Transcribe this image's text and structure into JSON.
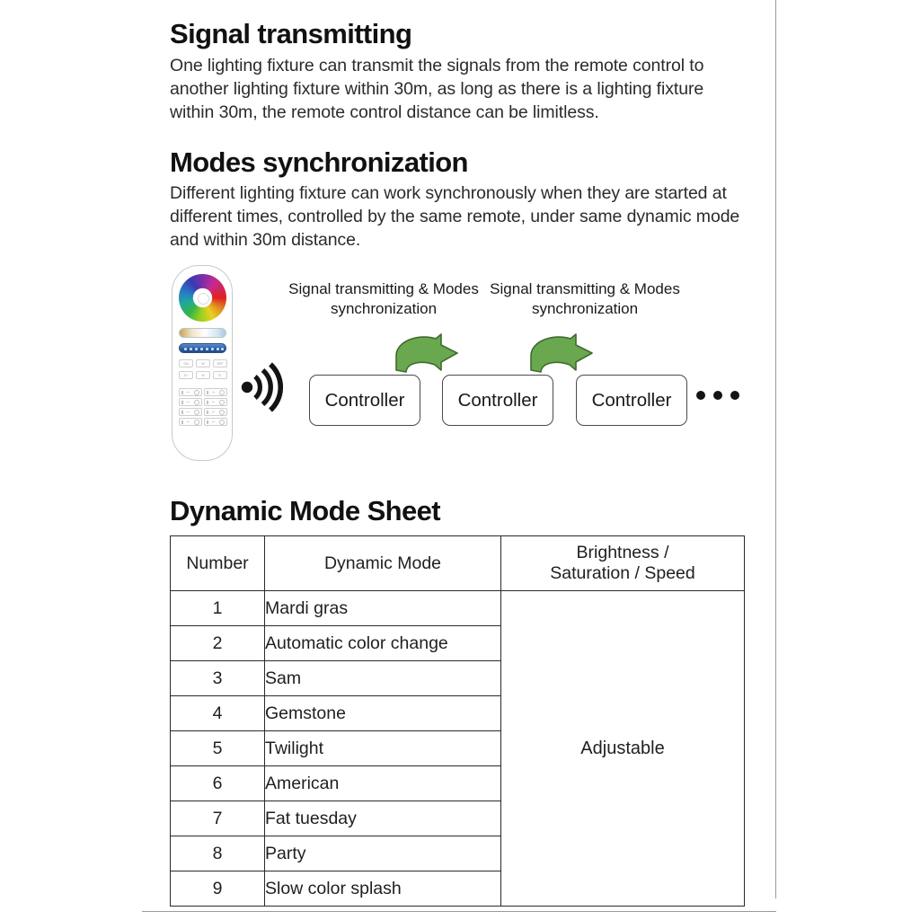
{
  "sections": [
    {
      "title": "Signal transmitting",
      "body": "One lighting fixture can transmit the signals from the remote control to another lighting fixture within 30m, as long as there is a lighting fixture within 30m, the remote control distance can be limitless."
    },
    {
      "title": "Modes synchronization",
      "body": "Different lighting fixture can work synchronously when they are started at different times, controlled by the same remote, under same dynamic mode and within 30m distance."
    }
  ],
  "diagram": {
    "arrow_label_1": "Signal transmitting & Modes synchronization",
    "arrow_label_2": "Signal transmitting & Modes synchronization",
    "controller_1": "Controller",
    "controller_2": "Controller",
    "controller_3": "Controller",
    "ellipsis": "•••",
    "remote_keys": {
      "row1": [
        "ON",
        "W",
        "OFF"
      ],
      "row2": [
        "S+",
        "M",
        "S-"
      ]
    },
    "colors": {
      "arrow_fill": "#6aa84f",
      "arrow_stroke": "#3f6b2f",
      "box_border": "#4a4a4a",
      "signal_icon": "#141414"
    }
  },
  "table": {
    "title": "Dynamic Mode Sheet",
    "headers": {
      "number": "Number",
      "mode": "Dynamic Mode",
      "adjust_line1": "Brightness /",
      "adjust_line2": "Saturation / Speed"
    },
    "adjustable_value": "Adjustable",
    "rows": [
      {
        "number": "1",
        "mode": "Mardi gras"
      },
      {
        "number": "2",
        "mode": "Automatic color change"
      },
      {
        "number": "3",
        "mode": "Sam"
      },
      {
        "number": "4",
        "mode": "Gemstone"
      },
      {
        "number": "5",
        "mode": "Twilight"
      },
      {
        "number": "6",
        "mode": "American"
      },
      {
        "number": "7",
        "mode": "Fat tuesday"
      },
      {
        "number": "8",
        "mode": "Party"
      },
      {
        "number": "9",
        "mode": "Slow color splash"
      }
    ]
  }
}
